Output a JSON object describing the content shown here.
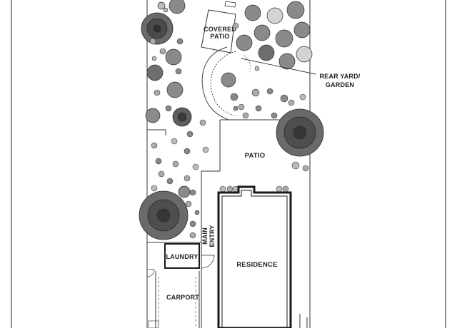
{
  "labels": {
    "covered_patio_1": "COVERED",
    "covered_patio_2": "PATIO",
    "rear_yard_1": "REAR YARD/",
    "rear_yard_2": "GARDEN",
    "patio": "PATIO",
    "main_entry_1": "MAIN",
    "main_entry_2": "ENTRY",
    "laundry": "LAUNDRY",
    "residence": "RESIDENCE",
    "carport": "CARPORT"
  },
  "colors": {
    "wall": "#1a1a1a",
    "tree_dark": "#555555",
    "tree_mid": "#7a7a7a",
    "shrub_light": "#d8d8d8",
    "outline": "#333333"
  }
}
